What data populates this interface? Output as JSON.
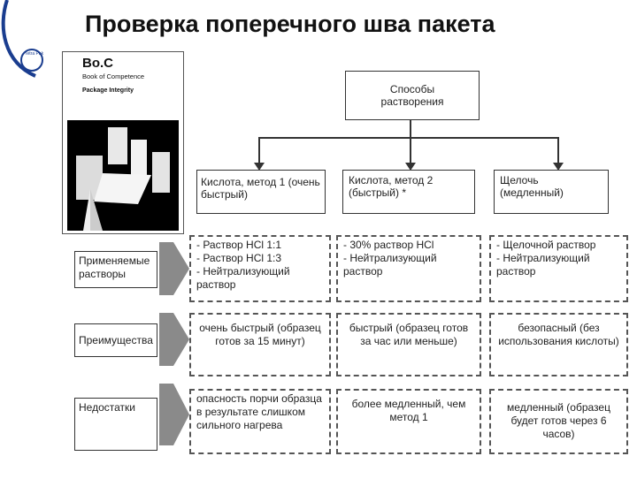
{
  "title": "Проверка поперечного шва пакета",
  "logo": {
    "text": "Tetra Pak"
  },
  "book": {
    "title": "Bo.C",
    "subtitle": "Book of Competence",
    "topic": "Package Integrity"
  },
  "root": {
    "label": "Способы растворения"
  },
  "methods": [
    {
      "label": "Кислота, метод 1 (очень быстрый)"
    },
    {
      "label": "Кислота, метод 2 (быстрый) *"
    },
    {
      "label": "Щелочь (медленный)"
    }
  ],
  "rows": [
    {
      "label": "Применяемые растворы",
      "cells": [
        [
          "- Раствор HCl 1:1",
          "- Раствор HCl 1:3",
          "- Нейтрализующий раствор"
        ],
        [
          "- 30% раствор HCl",
          "- Нейтрализующий раствор"
        ],
        [
          "- Щелочной раствор",
          "- Нейтрализующий раствор"
        ]
      ]
    },
    {
      "label": "Преимущества",
      "cells": [
        [
          "очень быстрый (образец готов за 15 минут)"
        ],
        [
          "быстрый (образец готов за час или меньше)"
        ],
        [
          "безопасный (без использования кислоты)"
        ]
      ]
    },
    {
      "label": "Недостатки",
      "cells": [
        [
          "опасность порчи образца в результате слишком сильного нагрева"
        ],
        [
          "более медленный, чем метод 1"
        ],
        [
          "медленный (образец будет готов через 6 часов)"
        ]
      ]
    }
  ]
}
